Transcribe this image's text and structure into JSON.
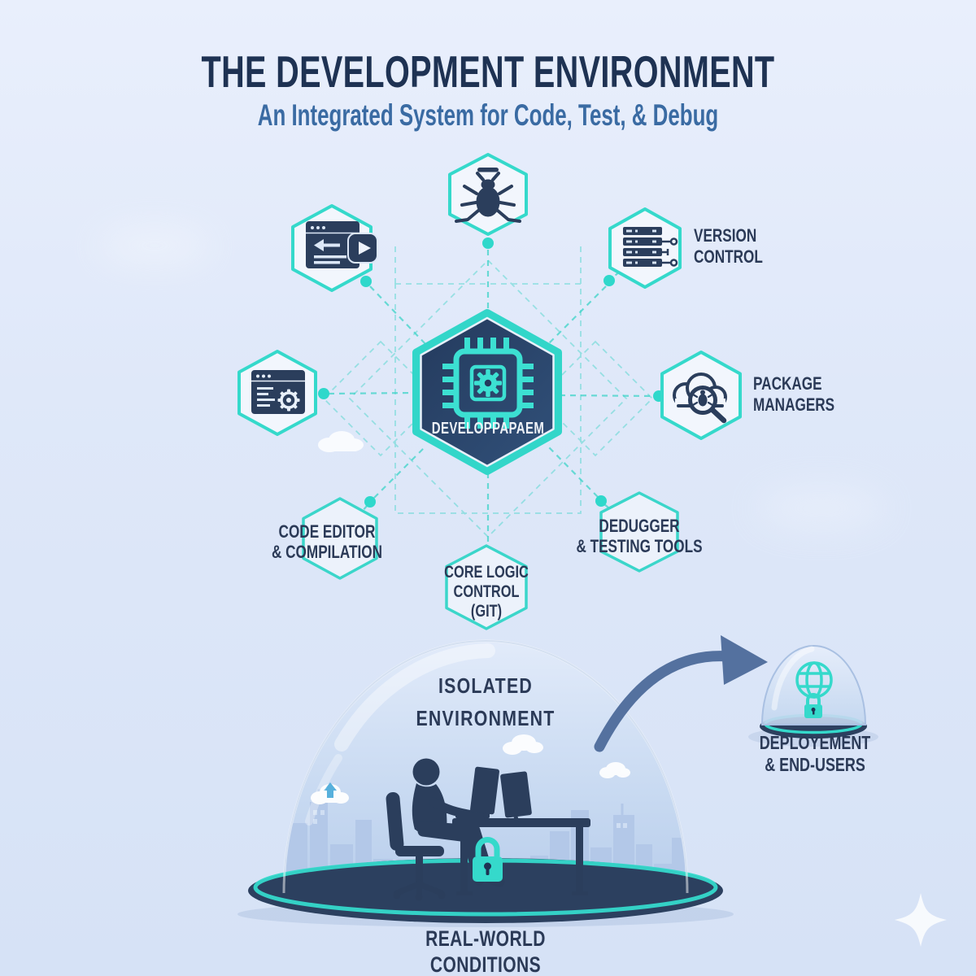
{
  "header": {
    "title": "THE DEVELOPMENT ENVIRONMENT",
    "subtitle": "An Integrated System for Code, Test, & Debug"
  },
  "center_node": {
    "label": "DEVELOPPAPAEM"
  },
  "nodes": {
    "version_control": {
      "line1": "VERSION",
      "line2": "CONTROL"
    },
    "package_managers": {
      "line1": "PACKAGE",
      "line2": "MANAGERS"
    },
    "debugger_testing": {
      "line1": "DEDUGGER",
      "line2": "& TESTING TOOLS"
    },
    "core_logic": {
      "line1": "CORE LOGIC",
      "line2": "CONTROL",
      "line3": "(GIT)"
    },
    "code_editor": {
      "line1": "CODE EDITOR",
      "line2": "& COMPILATION"
    }
  },
  "isolated_dome": {
    "line1": "ISOLATED",
    "line2": "ENVIRONMENT",
    "caption": "REAL-WORLD CONDITIONS"
  },
  "deployment_dome": {
    "line1": "DEPLOYEMENT",
    "line2": "& END-USERS"
  },
  "icons": {
    "center": "chip-gear-icon",
    "top": "bug-icon",
    "top_left": "code-window-play-icon",
    "top_right": "server-branch-icon",
    "left": "browser-gear-icon",
    "right": "cloud-search-bug-icon",
    "small_dome": "globe-icon",
    "locks": "padlock-icon"
  },
  "colors": {
    "teal": "#35d9cb",
    "navy_icon": "#2b3e5c",
    "hexagon_fill": "#f2f6fd",
    "center_hex_fill": "#27405f",
    "title_navy": "#1e3253",
    "subtitle_blue": "#3a6ba3",
    "label_navy": "#2b3a57",
    "arrow_slate": "#54719f",
    "background": "#dde7f8",
    "dome_base_navy": "#2c405f",
    "skyline_blue": "#b3c8e8"
  }
}
